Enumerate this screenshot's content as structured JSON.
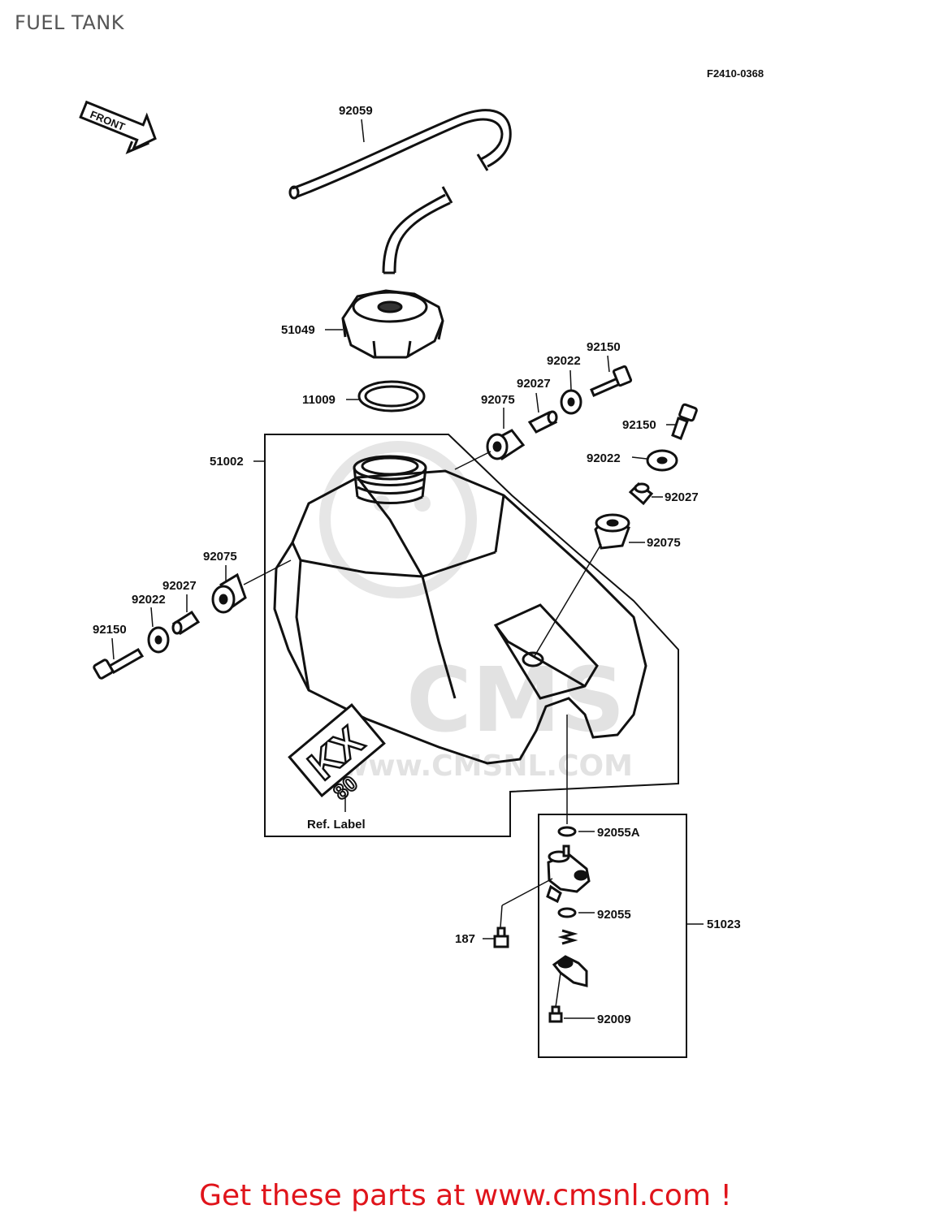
{
  "header": {
    "title": "FUEL TANK"
  },
  "diagram": {
    "code": "F2410-0368",
    "front_label": "FRONT",
    "watermark": {
      "brand": "CMS",
      "url": "www.CMSNL.COM"
    },
    "label_badge": {
      "top": "KX",
      "bottom": "80"
    },
    "ref_label": "Ref. Label",
    "callouts": {
      "hose": "92059",
      "cap": "51049",
      "cap_gasket": "11009",
      "tank": "51002",
      "bolt_right_upper": "92150",
      "washer_right_upper": "92022",
      "collar_right_upper": "92027",
      "damper_right_upper": "92075",
      "bolt_right_lower": "92150",
      "washer_right_lower": "92022",
      "collar_right_lower": "92027",
      "damper_right_lower": "92075",
      "damper_left": "92075",
      "collar_left": "92027",
      "washer_left": "92022",
      "bolt_left": "92150",
      "oring_top": "92055A",
      "oring_mid": "92055",
      "cock_assy": "51023",
      "screw": "187",
      "cock_screw": "92009"
    }
  },
  "footer": {
    "text": "Get these parts at www.cmsnl.com !"
  },
  "colors": {
    "footer": "#e0141b",
    "line": "#111111",
    "watermark": "#e2e2e2",
    "title": "#555555"
  }
}
